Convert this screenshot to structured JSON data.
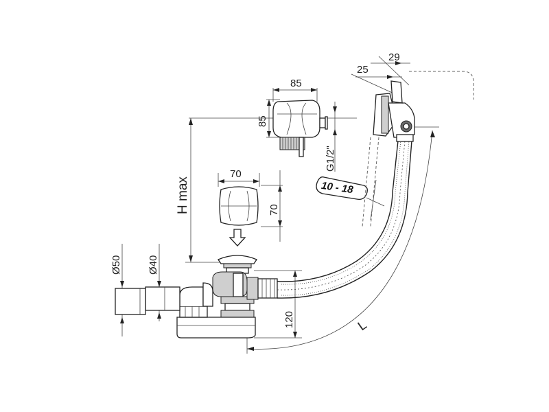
{
  "dimensions": {
    "top_right_29": "29",
    "top_right_25": "25",
    "inlet_width_85": "85",
    "inlet_height_85": "85",
    "thread_g12": "G1/2\"",
    "range_badge": "10 - 18",
    "h_max": "H max",
    "knob_width_70": "70",
    "knob_height_70": "70",
    "pipe_d50": "Ø50",
    "pipe_d40": "Ø40",
    "trap_height_120": "120",
    "length_l": "L"
  }
}
